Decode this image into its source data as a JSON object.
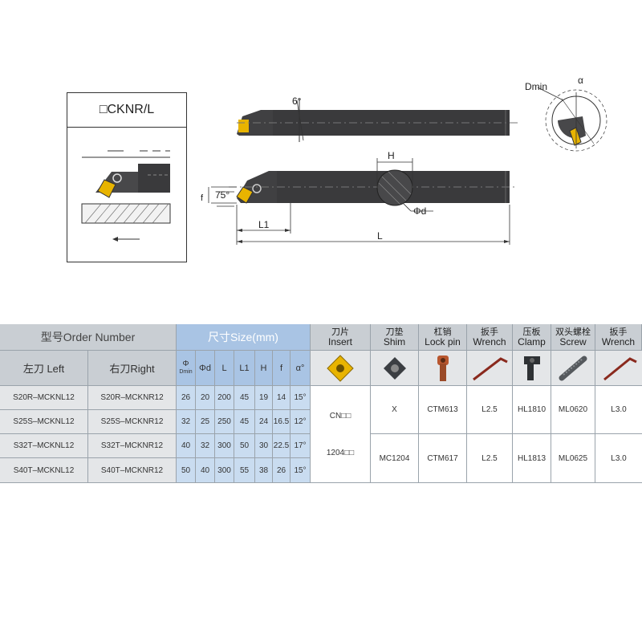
{
  "diagram": {
    "ref_title": "□CKNR/L",
    "labels": {
      "angle_top": "6°",
      "dmin": "Dmin",
      "alpha": "α",
      "H": "H",
      "phi_d": "Φd",
      "f": "f",
      "angle_lead": "75°",
      "L1": "L1",
      "L": "L"
    }
  },
  "table": {
    "header_top": {
      "order_number": "型号Order Number",
      "size": "尺寸Size(mm)"
    },
    "accessories": [
      {
        "cn": "刀片",
        "en": "Insert",
        "icon": "insert-icon"
      },
      {
        "cn": "刀垫",
        "en": "Shim",
        "icon": "shim-icon"
      },
      {
        "cn": "杠销",
        "en": "Lock pin",
        "icon": "lock-pin-icon"
      },
      {
        "cn": "扳手",
        "en": "Wrench",
        "icon": "wrench-icon"
      },
      {
        "cn": "压板",
        "en": "Clamp",
        "icon": "clamp-icon"
      },
      {
        "cn": "双头螺栓",
        "en": "Screw",
        "icon": "screw-icon"
      },
      {
        "cn": "扳手",
        "en": "Wrench",
        "icon": "wrench-icon"
      }
    ],
    "header_sub": {
      "left": "左刀 Left",
      "right": "右刀Right",
      "phi_top": "Φ",
      "phi_bottom": "Dmin",
      "cols": [
        "Φd",
        "L",
        "L1",
        "H",
        "f",
        "α°"
      ]
    },
    "rows": [
      {
        "left": "S20R–MCKNL12",
        "right": "S20R–MCKNR12",
        "dmin": "26",
        "d": "20",
        "L": "200",
        "L1": "45",
        "H": "19",
        "f": "14",
        "a": "15°"
      },
      {
        "left": "S25S–MCKNL12",
        "right": "S25S–MCKNR12",
        "dmin": "32",
        "d": "25",
        "L": "250",
        "L1": "45",
        "H": "24",
        "f": "16.5",
        "a": "12°"
      },
      {
        "left": "S32T–MCKNL12",
        "right": "S32T–MCKNR12",
        "dmin": "40",
        "d": "32",
        "L": "300",
        "L1": "50",
        "H": "30",
        "f": "22.5",
        "a": "17°"
      },
      {
        "left": "S40T–MCKNL12",
        "right": "S40T–MCKNR12",
        "dmin": "50",
        "d": "40",
        "L": "300",
        "L1": "55",
        "H": "38",
        "f": "26",
        "a": "15°"
      }
    ],
    "insert_text": {
      "line1": "CN□□",
      "line2": "1204□□"
    },
    "group1": {
      "shim": "X",
      "lock_pin": "CTM613",
      "wrench": "L2.5",
      "clamp": "HL1810",
      "screw": "ML0620",
      "wrench2": "L3.0"
    },
    "group2": {
      "shim": "MC1204",
      "lock_pin": "CTM617",
      "wrench": "L2.5",
      "clamp": "HL1813",
      "screw": "ML0625",
      "wrench2": "L3.0"
    }
  },
  "colors": {
    "header_grey": "#c9ced3",
    "header_blue": "#a9c4e4",
    "body_blue": "#c9dcf0",
    "insert_gold": "#e8b400",
    "bar_dark": "#3a3a3c"
  }
}
